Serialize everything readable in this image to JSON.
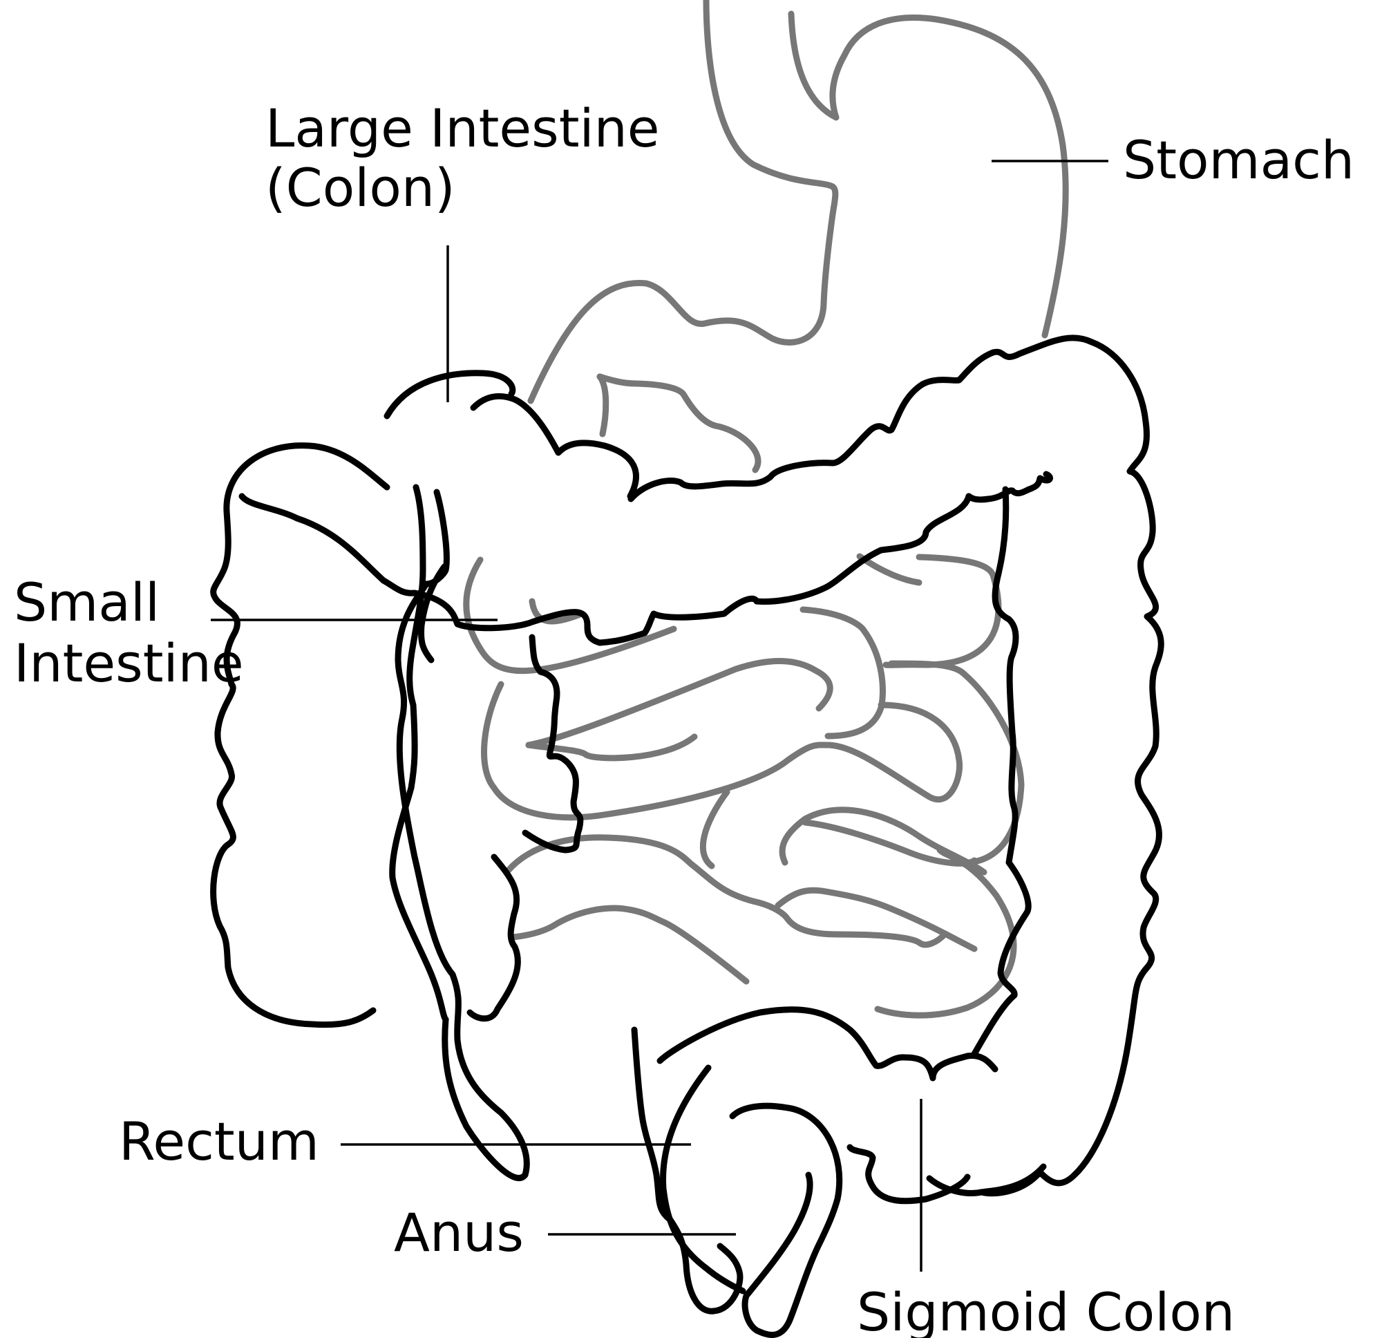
{
  "labels": {
    "large_intestine_line1": "Large Intestine",
    "large_intestine_line2": "(Colon)",
    "stomach": "Stomach",
    "small_intestine_line1": "Small",
    "small_intestine_line2": "Intestine",
    "rectum": "Rectum",
    "anus": "Anus",
    "sigmoid_colon": "Sigmoid Colon"
  },
  "colors": {
    "outline": "#000000",
    "background_organs": "#777777",
    "background": "#ffffff"
  }
}
